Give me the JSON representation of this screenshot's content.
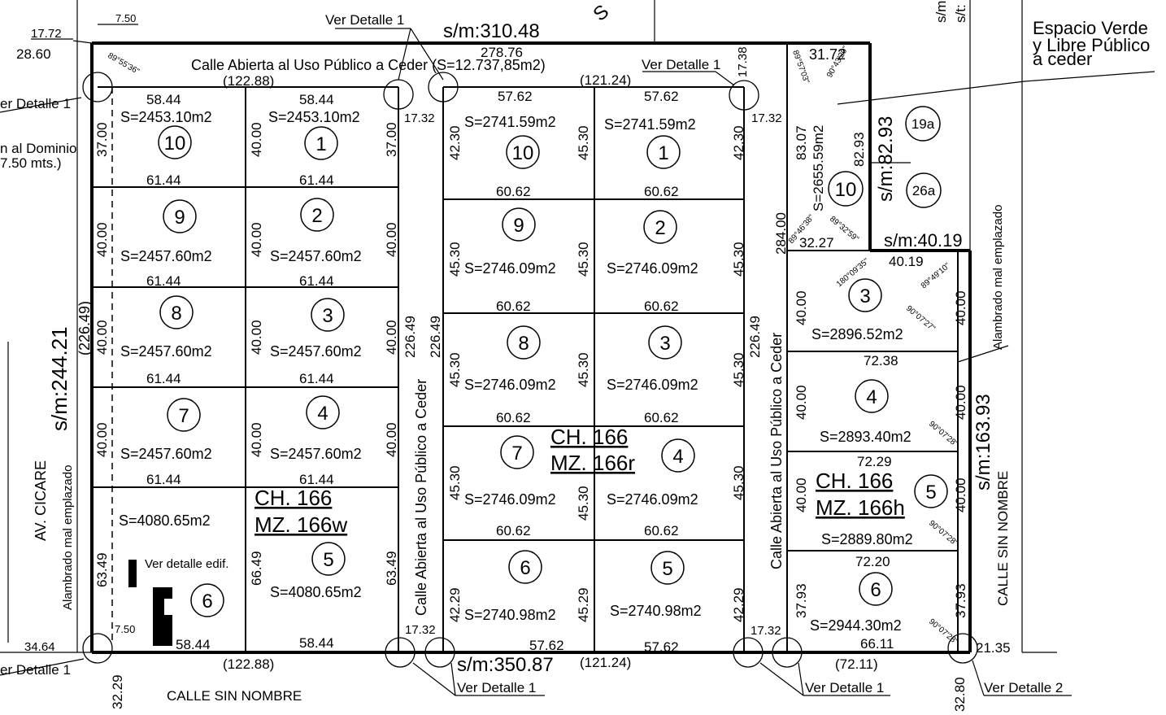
{
  "top": {
    "sm_top": "s/m:310.48",
    "street_top": "Calle Abierta al Uso Público a Ceder (S=12.737,85m2)",
    "ver_det_top_mid": "Ver Detalle 1",
    "ver_det_top_right": "Ver Detalle 1",
    "ver_det_left_top": "er Detalle 1",
    "d_12288_top": "(122.88)",
    "d_12124_top": "(121.24)",
    "d_27876": "278.76",
    "d_1772": "17.72",
    "d_2860": "28.60",
    "d_750_top": "7.50",
    "ang_top_left": "89°55'36\"",
    "d_1738": "17.38",
    "d_1732_a": "17.32",
    "d_1732_b": "17.32",
    "dominio_1": "n al Dominio",
    "dominio_2": "7.50 mts.)",
    "sm_top_cut1": "s/m",
    "sm_top_cut2": "s/t:",
    "frag_s": "S"
  },
  "right_legend": {
    "line1": "Espacio Verde",
    "line2": "y Libre Público",
    "line3": "a ceder",
    "alambrado_right": "Alambrado mal emplazado",
    "calle_sin_nombre_right": "CALLE SIN NOMBRE",
    "sm_16393": "s/m:163.93",
    "d_2135": "21.35",
    "d_3280": "32.80",
    "ver_det_2": "Ver Detalle 2"
  },
  "left": {
    "av_cicare": "AV. CICARE",
    "alambrado_left": "Alambrado mal emplazado",
    "sm_24421": "s/m:244.21",
    "d_22649_left": "(226.49)",
    "d_3464": "34.64",
    "d_3229": "32.29",
    "ver_det_left_bottom": "er Detalle 1"
  },
  "bottom": {
    "calle_sin_nombre": "CALLE SIN NOMBRE",
    "sm_35087": "s/m:350.87",
    "d_12288_bot": "(122.88)",
    "d_12124_bot": "(121.24)",
    "d_7211": "(72.11)",
    "ver_det_bot_1": "Ver Detalle 1",
    "ver_det_bot_2": "Ver Detalle 1",
    "d_1732_c": "17.32",
    "d_1732_d": "17.32",
    "d_750_bot": "7.50"
  },
  "block_w": {
    "ch": "CH. 166",
    "mz": "MZ. 166w",
    "ver_detalle_edif": "Ver detalle edif.",
    "lots": [
      {
        "n": "10",
        "area": "S=2453.10m2"
      },
      {
        "n": "1",
        "area": "S=2453.10m2"
      },
      {
        "n": "9",
        "area": "S=2457.60m2"
      },
      {
        "n": "2",
        "area": "S=2457.60m2"
      },
      {
        "n": "8",
        "area": "S=2457.60m2"
      },
      {
        "n": "3",
        "area": "S=2457.60m2"
      },
      {
        "n": "7",
        "area": "S=2457.60m2"
      },
      {
        "n": "4",
        "area": "S=2457.60m2"
      },
      {
        "n": "6",
        "area": "S=4080.65m2"
      },
      {
        "n": "5",
        "area": "S=4080.65m2"
      }
    ],
    "dims": {
      "top_l": "58.44",
      "top_r": "58.44",
      "r1_l": "61.44",
      "r1_r": "61.44",
      "r2_l": "61.44",
      "r2_r": "61.44",
      "r3_l": "61.44",
      "r3_r": "61.44",
      "r4_l": "61.44",
      "r4_r": "61.44",
      "bot_l": "58.44",
      "bot_r": "58.44",
      "v_3700_l": "37.00",
      "v_4000_m1": "40.00",
      "v_3700_r": "37.00",
      "v_4000_l2": "40.00",
      "v_4000_m2": "40.00",
      "v_4000_r2": "40.00",
      "v_4000_l3": "40.00",
      "v_4000_m3": "40.00",
      "v_4000_r3": "40.00",
      "v_4000_l4": "40.00",
      "v_4000_m4": "40.00",
      "v_4000_r4": "40.00",
      "v_6349_l": "63.49",
      "v_6649_m": "66.49",
      "v_6349_r": "63.49"
    }
  },
  "block_r": {
    "ch": "CH. 166",
    "mz": "MZ. 166r",
    "street_left": "Calle Abierta al Uso Público a Ceder",
    "lots": [
      {
        "n": "10",
        "area": "S=2741.59m2"
      },
      {
        "n": "1",
        "area": "S=2741.59m2"
      },
      {
        "n": "9",
        "area": "S=2746.09m2"
      },
      {
        "n": "2",
        "area": "S=2746.09m2"
      },
      {
        "n": "8",
        "area": "S=2746.09m2"
      },
      {
        "n": "3",
        "area": "S=2746.09m2"
      },
      {
        "n": "7",
        "area": "S=2746.09m2"
      },
      {
        "n": "4",
        "area": "S=2746.09m2"
      },
      {
        "n": "6",
        "area": "S=2740.98m2"
      },
      {
        "n": "5",
        "area": "S=2740.98m2"
      }
    ],
    "dims": {
      "top_l": "57.62",
      "top_r": "57.62",
      "r1_l": "60.62",
      "r1_r": "60.62",
      "r2_l": "60.62",
      "r2_r": "60.62",
      "r3_l": "60.62",
      "r3_r": "60.62",
      "r4_l": "60.62",
      "r4_r": "60.62",
      "bot_l": "57.62",
      "bot_r": "57.62",
      "v1_l": "42.30",
      "v1_m": "45.30",
      "v1_r": "42.30",
      "v2_l": "45.30",
      "v2_m": "45.30",
      "v2_r": "45.30",
      "v3_l": "45.30",
      "v3_m": "45.30",
      "v3_r": "45.30",
      "v4_l": "45.30",
      "v4_m": "45.30",
      "v4_r": "45.30",
      "v5_l": "42.29",
      "v5_m": "45.29",
      "v5_r": "42.29",
      "v_22649_a": "226.49",
      "v_22649_b": "226.49",
      "v_22649_c": "226.49"
    }
  },
  "block_h": {
    "ch": "CH. 166",
    "mz": "MZ. 166h",
    "street_left": "Calle Abierta al Uso Público a Ceder",
    "d_284": "284.00",
    "d_3172": "31.72",
    "d_8307": "83.07",
    "d_8293": "82.93",
    "sm_8293": "s/m:82.93",
    "d_3227": "32.27",
    "sm_4019": "s/m:40.19",
    "d_4019": "40.19",
    "area_10": "S=2655.59m2",
    "lot10": "10",
    "lot19a": "19a",
    "lot26a": "26a",
    "ang1": "89°57'03\"",
    "ang2": "90°43'20\"",
    "ang3": "89°46'38\"",
    "ang4": "89°32'59\"",
    "ang5": "180°09'35\"",
    "ang6": "89°49'10\"",
    "ang7": "90°07'27\"",
    "ang8": "90°07'28\"",
    "ang9": "90°07'28\"",
    "ang10": "90°07'28\"",
    "lots": [
      {
        "n": "3",
        "area": "S=2896.52m2"
      },
      {
        "n": "4",
        "area": "S=2893.40m2"
      },
      {
        "n": "5",
        "area": "S=2889.80m2"
      },
      {
        "n": "6",
        "area": "S=2944.30m2"
      }
    ],
    "dims": {
      "w_7238": "72.38",
      "w_7229": "72.29",
      "w_7220": "72.20",
      "w_6611": "66.11",
      "v_l1": "40.00",
      "v_r1": "40.00",
      "v_l2": "40.00",
      "v_r2": "40.00",
      "v_l3": "40.00",
      "v_r3": "40.00",
      "v_l4": "37.93",
      "v_r4": "37.93"
    }
  }
}
